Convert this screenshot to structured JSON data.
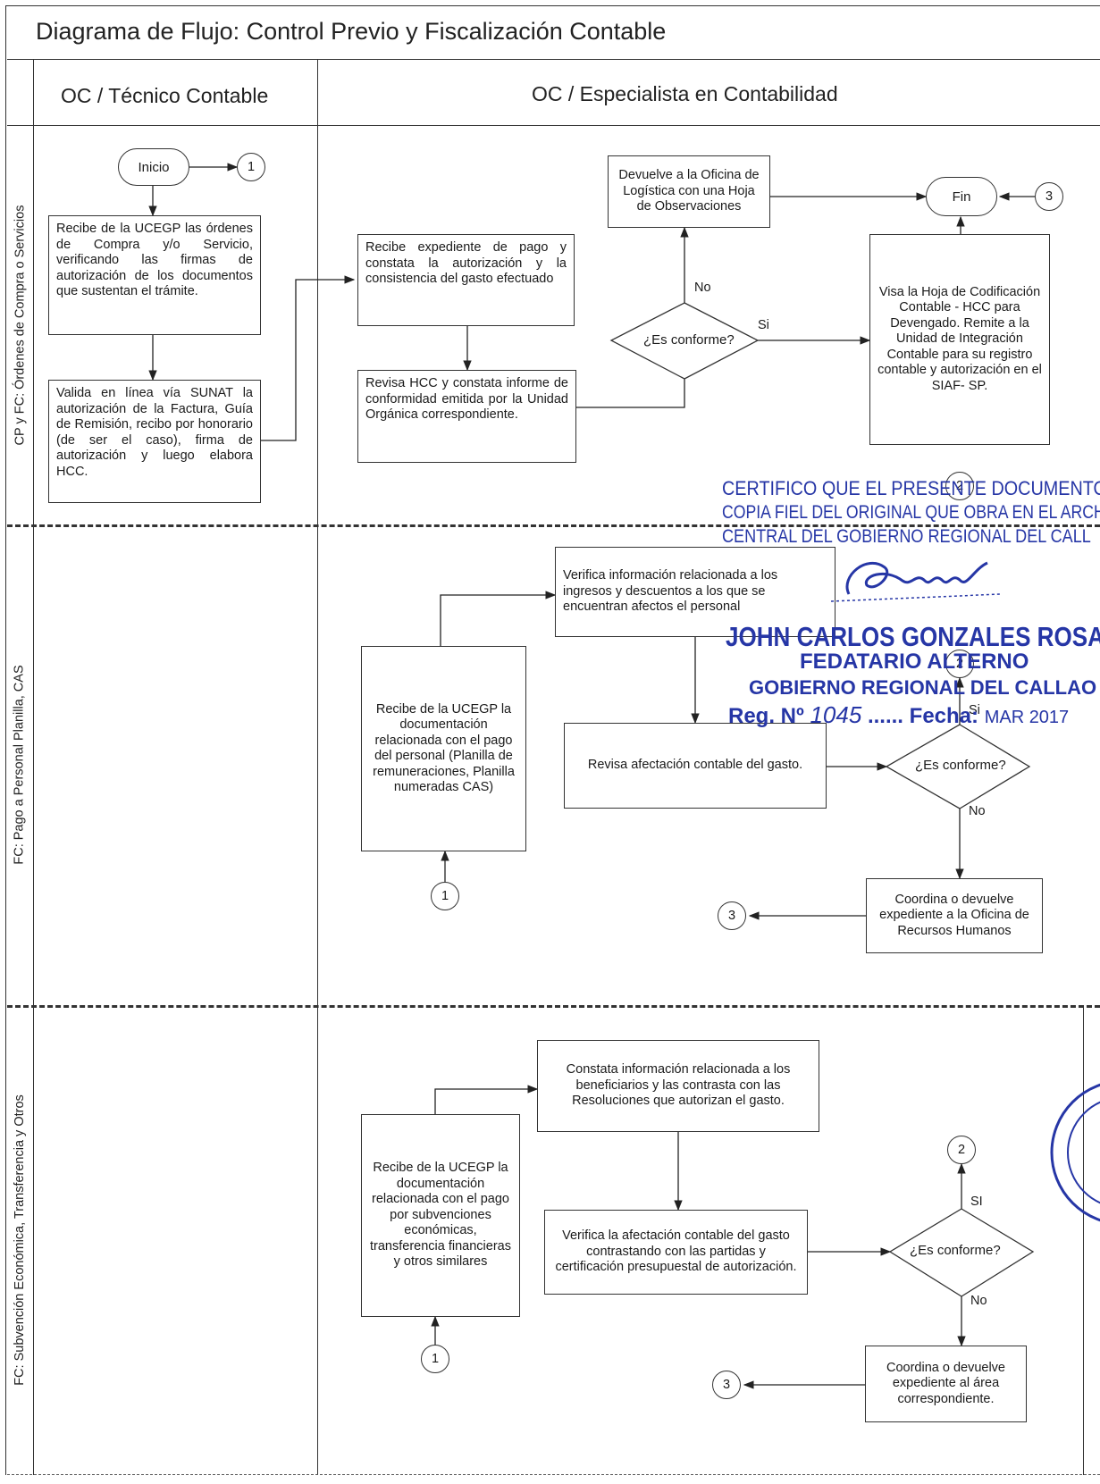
{
  "title": "Diagrama de Flujo: Control Previo y Fiscalización Contable",
  "lanes": {
    "col1": "OC / Técnico Contable",
    "col2": "OC / Especialista en Contabilidad",
    "row1": "CP y FC: Órdenes de Compra o Servicios",
    "row2": "FC: Pago a Personal Planilla, CAS",
    "row3": "FC: Subvención Económica, Transferencia y Otros"
  },
  "section1": {
    "start": "Inicio",
    "end": "Fin",
    "connector_1": "1",
    "connector_2": "2",
    "connector_3": "3",
    "recibe_ordenes": "Recibe de la UCEGP las órdenes de Compra y/o Servicio, verificando las firmas de autorización de los documentos que sustentan el trámite.",
    "valida_sunat": "Valida en línea vía SUNAT la autorización de la Factura, Guía de Remisión, recibo por honorario (de ser el caso), firma de autorización y luego elabora HCC.",
    "recibe_expediente": "Recibe expediente de pago y constata la autorización y la consistencia del gasto efectuado",
    "revisa_hcc": "Revisa HCC y constata informe de conformidad emitida por la Unidad Orgánica correspondiente.",
    "decision": "¿Es conforme?",
    "yes": "Si",
    "no": "No",
    "devuelve": "Devuelve a la Oficina de Logística con una Hoja de Observaciones",
    "visa_hoja": "Visa la Hoja de Codificación Contable - HCC para Devengado. Remite a la Unidad de Integración Contable para su registro contable y autorización en el SIAF- SP."
  },
  "section2": {
    "recibe_doc": "Recibe de la UCEGP la documentación relacionada con el pago del personal (Planilla de remuneraciones, Planilla numeradas CAS)",
    "verifica": "Verifica información relacionada a los ingresos y descuentos a los que se encuentran afectos el personal",
    "revisa": "Revisa afectación contable del gasto.",
    "decision": "¿Es conforme?",
    "yes": "Si",
    "no": "No",
    "coordina": "Coordina o devuelve expediente a la Oficina de Recursos Humanos",
    "connector_1": "1",
    "connector_2": "2",
    "connector_3": "3"
  },
  "section3": {
    "recibe_doc": "Recibe de la UCEGP la documentación relacionada con el pago por subvenciones económicas, transferencia financieras y otros similares",
    "constata": "Constata información relacionada a los beneficiarios y las contrasta con las Resoluciones que autorizan el gasto.",
    "verifica": "Verifica la afectación contable del gasto contrastando con las partidas y certificación presupuestal de autorización.",
    "decision": "¿Es conforme?",
    "yes": "SI",
    "no": "No",
    "coordina": "Coordina o devuelve expediente al área correspondiente.",
    "connector_1": "1",
    "connector_2": "2",
    "connector_3": "3"
  },
  "stamp": {
    "line1": "CERTIFICO QUE EL PRESENTE DOCUMENTO",
    "line2": "COPIA FIEL DEL ORIGINAL QUE OBRA EN EL ARCHI",
    "line3": "CENTRAL DEL GOBIERNO REGIONAL DEL CALL",
    "name": "JOHN CARLOS GONZALES ROSAS",
    "role": "FEDATARIO ALTERNO",
    "org": "GOBIERNO REGIONAL DEL CALLAO",
    "reg_label": "Reg. Nº",
    "reg_value": "1045",
    "date_label": "Fecha:",
    "date_value": "MAR 2017"
  },
  "colors": {
    "ink": "#1a1a1a",
    "stamp": "#2636a6"
  }
}
